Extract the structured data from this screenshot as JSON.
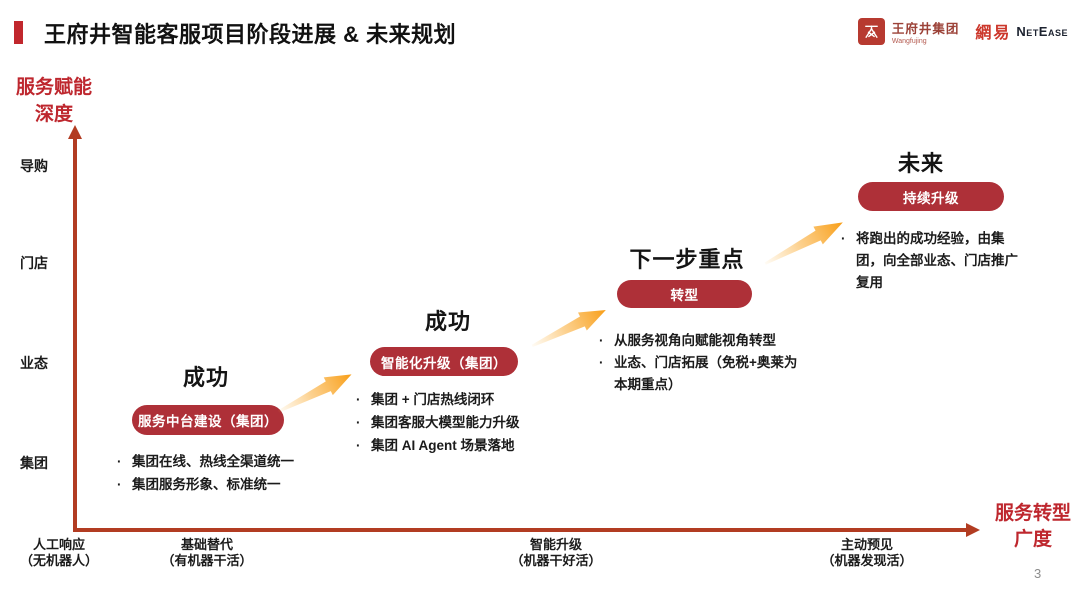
{
  "slide": {
    "title": "王府井智能客服项目阶段进展 & 未来规划",
    "page_number": "3"
  },
  "logos": {
    "wangfujing_name": "王府井集团",
    "wangfujing_sub": "Wangfujing",
    "netease_cn": "網易",
    "netease_en": "NetEase"
  },
  "axes": {
    "y_title": [
      "服务赋能",
      "深度"
    ],
    "x_title": [
      "服务转型",
      "广度"
    ],
    "y_ticks": [
      "导购",
      "门店",
      "业态",
      "集团"
    ],
    "x_ticks": [
      {
        "stage": "人工响应",
        "note": "（无机器人）"
      },
      {
        "stage": "基础替代",
        "note": "（有机器干活）"
      },
      {
        "stage": "智能升级",
        "note": "（机器干好活）"
      },
      {
        "stage": "主动预见",
        "note": "（机器发现活）"
      }
    ]
  },
  "stages": [
    {
      "heading": "成功",
      "pill": "服务中台建设（集团）",
      "bullets": [
        "集团在线、热线全渠道统一",
        "集团服务形象、标准统一"
      ]
    },
    {
      "heading": "成功",
      "pill": "智能化升级（集团）",
      "bullets": [
        "集团 + 门店热线闭环",
        "集团客服大模型能力升级",
        "集团 AI Agent 场景落地"
      ]
    },
    {
      "heading": "下一步重点",
      "pill": "转型",
      "bullets": [
        "从服务视角向赋能视角转型",
        "业态、门店拓展（免税+奥莱为本期重点）"
      ]
    },
    {
      "heading": "未来",
      "pill": "持续升级",
      "bullets": [
        "将跑出的成功经验，由集团，向全部业态、门店推广复用"
      ]
    }
  ],
  "bullet_marker": "·",
  "colors": {
    "accent_red": "#C1272D",
    "pill_red": "#AE3038",
    "axis_red": "#B23C22",
    "axis_title_red": "#BE272E",
    "arrow_orange": "#F9A21D",
    "netease_red": "#CC372B",
    "netease_dark": "#1D2330"
  }
}
